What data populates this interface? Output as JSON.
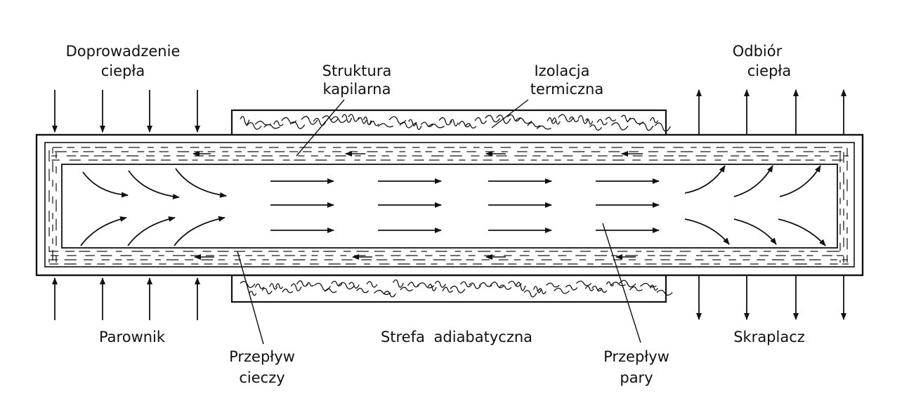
{
  "labels": {
    "heat_input_line1": "Doprowadzenie",
    "heat_input_line2": "ciepła",
    "heat_output_line1": "Odbiór",
    "heat_output_line2": "ciepła",
    "wick_line1": "Struktura",
    "wick_line2": "kapilarna",
    "insulation_line1": "Izolacja",
    "insulation_line2": "termiczna",
    "evaporator": "Parownik",
    "adiabatic_zone": "Strefa adiabatyczna",
    "condenser": "Skraplacz",
    "liquid_flow_line1": "Przepływ",
    "liquid_flow_line2": "cieczy",
    "vapor_flow_line1": "Przepływ",
    "vapor_flow_line2": "pary"
  },
  "colors": {
    "ink": "#111111",
    "background": "#ffffff"
  }
}
